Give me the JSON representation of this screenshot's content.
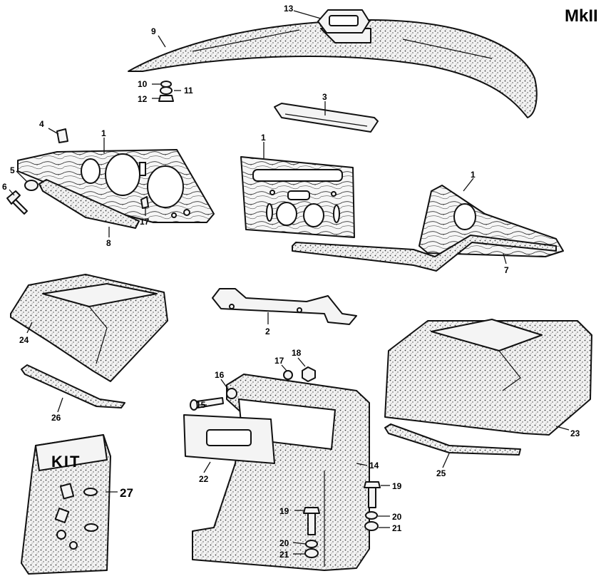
{
  "model_mark": "MkII",
  "kit_text": "KIT",
  "callouts": {
    "c1a": "1",
    "c1b": "1",
    "c1c": "1",
    "c2": "2",
    "c3": "3",
    "c4": "4",
    "c5": "5",
    "c6": "6",
    "c7": "7",
    "c8": "8",
    "c9": "9",
    "c10": "10",
    "c11": "11",
    "c12": "12",
    "c13": "13",
    "c14": "14",
    "c15": "15",
    "c16": "16",
    "c17a": "17",
    "c17b": "17",
    "c18": "18",
    "c19a": "19",
    "c19b": "19",
    "c20a": "20",
    "c20b": "20",
    "c21a": "21",
    "c21b": "21",
    "c22": "22",
    "c23": "23",
    "c24": "24",
    "c25": "25",
    "c26": "26",
    "c27": "27"
  }
}
